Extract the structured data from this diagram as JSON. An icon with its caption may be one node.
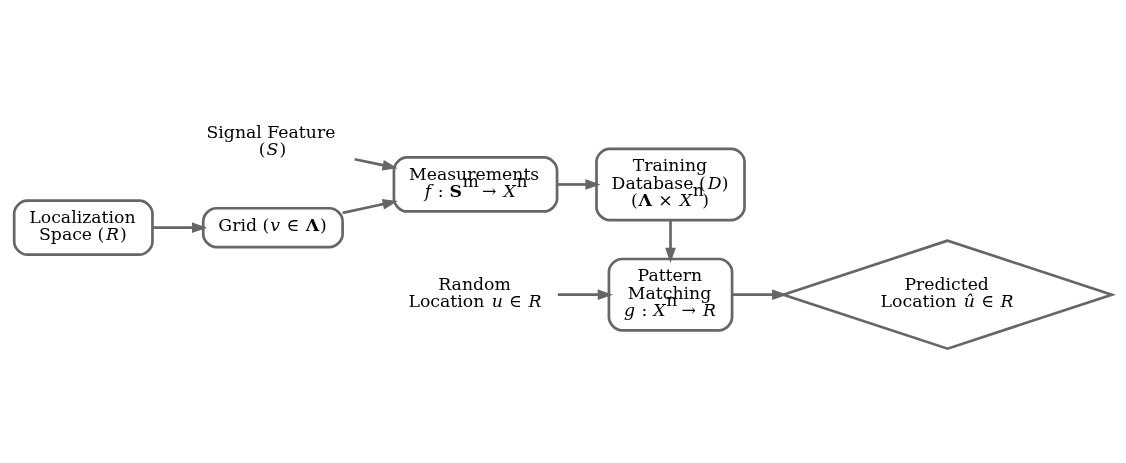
{
  "diagram": {
    "nodes": [
      {
        "text": [
          "Signal Feature (*S*)"
        ]
      },
      {
        "text": [
          "Grid (*v* ∈ **Λ**)"
        ]
      },
      {
        "text": [
          "Measurements",
          "*f* : **S**$^{m}$ → *X*$^{n}$"
        ]
      },
      {
        "text": [
          "Training Database (*D*)",
          "(**Λ** × *X*$^{n}$)"
        ]
      },
      {
        "text": [
          "Localization Space (*R*)"
        ]
      },
      {
        "text": [
          "Random Location *u* ∈ *R*"
        ]
      },
      {
        "text": [
          "Pattern Matching",
          "*g* : *X*$^{n}$ → *R*"
        ]
      },
      {
        "text": [
          "Predicted Location *û* ∈ *R*"
        ]
      }
    ],
    "edges": [
      {
        "from": 0,
        "to": 2,
        "arrow": "to"
      },
      {
        "from": 4,
        "to": 1,
        "arrow": "to"
      },
      {
        "from": 1,
        "to": 2,
        "arrow": "to"
      },
      {
        "from": 2,
        "to": 3,
        "arrow": "to"
      },
      {
        "from": 3,
        "to": 6,
        "arrow": "to"
      },
      {
        "from": 5,
        "to": 6,
        "arrow": "to"
      },
      {
        "from": 6,
        "to": 7,
        "arrow": "to"
      }
    ]
  }
}
